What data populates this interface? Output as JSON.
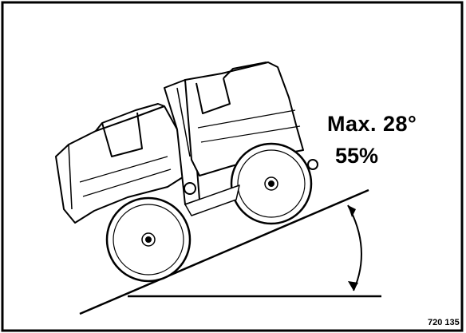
{
  "slope": {
    "max_angle_label": "Max. 28°",
    "max_percent_label": "55%"
  },
  "figure": {
    "code": "720 135"
  },
  "icons": [
    "roller-machine-icon",
    "angle-arc-icon"
  ]
}
